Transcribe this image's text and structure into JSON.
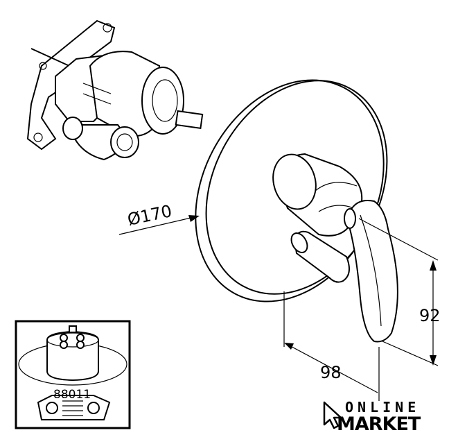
{
  "dimensions": {
    "diameter": "Ø170",
    "height": "92",
    "depth": "98"
  },
  "inset": {
    "part_number": "88011"
  },
  "logo": {
    "line1": "ONLINE",
    "line2": "MARKET"
  }
}
